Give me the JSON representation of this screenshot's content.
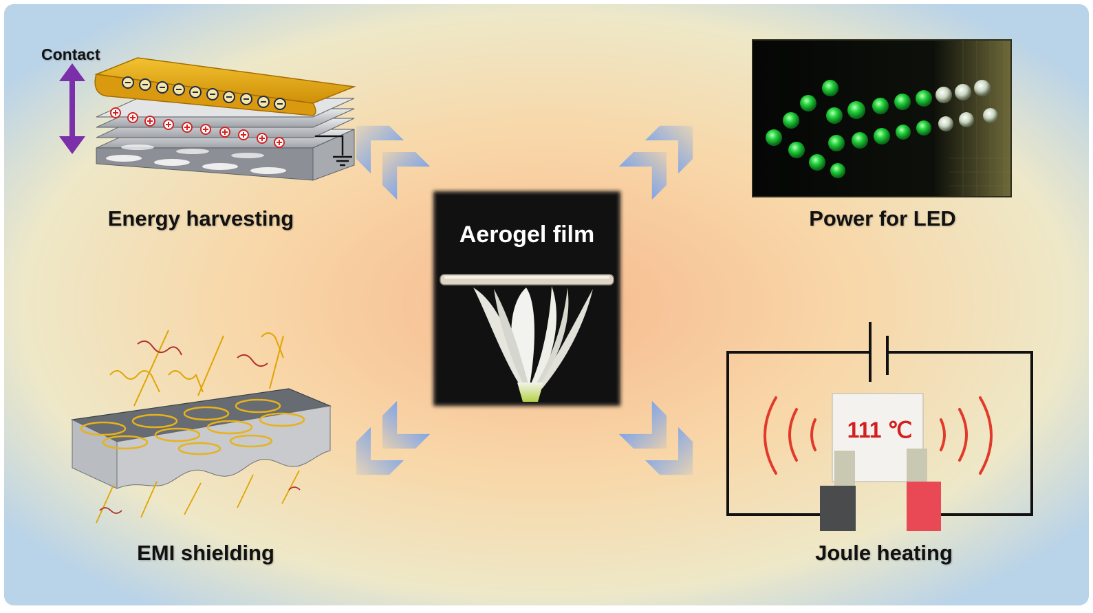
{
  "center": {
    "title": "Aerogel film"
  },
  "panels": {
    "energy": {
      "label": "Energy harvesting",
      "contact_label": "Contact"
    },
    "led": {
      "label": "Power for LED"
    },
    "emi": {
      "label": "EMI shielding"
    },
    "joule": {
      "label": "Joule heating",
      "temperature": "111 ℃"
    }
  },
  "colors": {
    "arrow": "#7fa6e8",
    "electrode": "#e3a70f",
    "charge_red": "#d42222",
    "heat_red": "#e23a2a",
    "led_green": "#1fd23a",
    "contact_arrow": "#7b2fa8"
  }
}
